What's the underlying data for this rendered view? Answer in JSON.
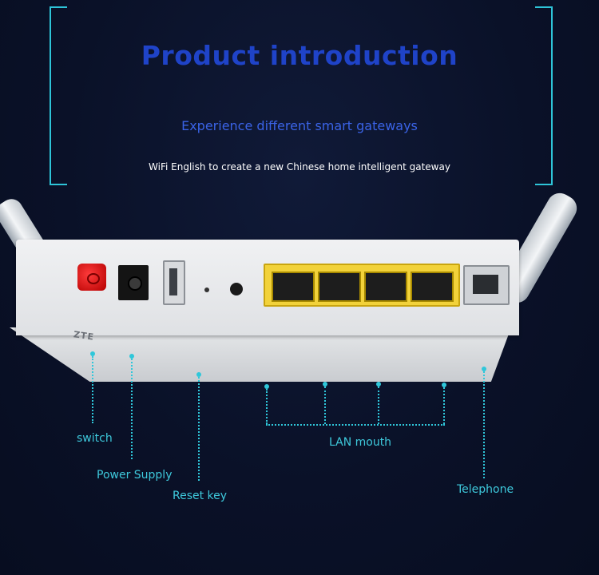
{
  "header": {
    "title": "Product introduction",
    "subtitle": "Experience different smart gateways",
    "tagline": "WiFi English to create a new Chinese home intelligent gateway"
  },
  "router": {
    "logo": "ZTE"
  },
  "callouts": {
    "switch": "switch",
    "power_supply": "Power Supply",
    "reset_key": "Reset key",
    "lan_mouth": "LAN mouth",
    "telephone": "Telephone"
  },
  "colors": {
    "background": "#0a1128",
    "accent_cyan": "#2fc7da",
    "title_blue": "#1f43c8",
    "lan_yellow": "#f2d23a",
    "switch_red": "#d40000"
  }
}
